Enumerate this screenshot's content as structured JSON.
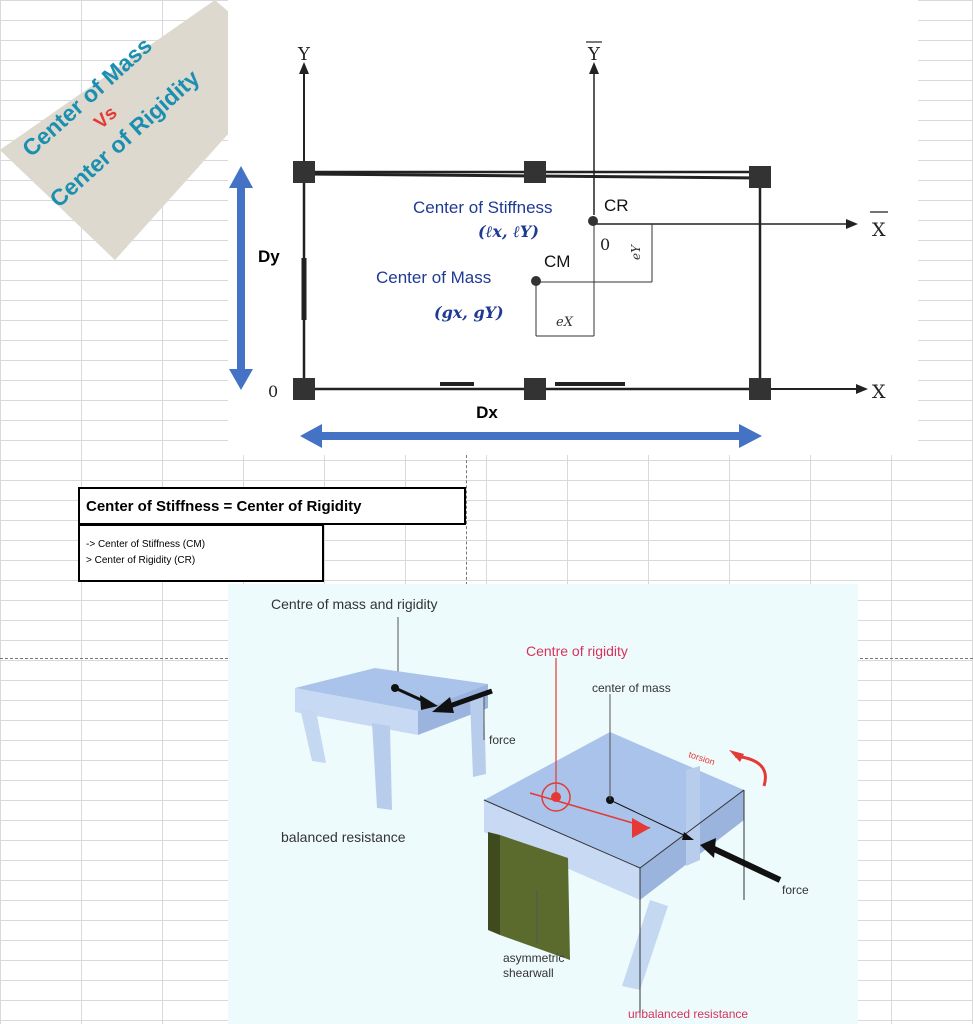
{
  "banner": {
    "line1": "Center of Mass",
    "line2": "Vs",
    "line3": "Center of Rigidity"
  },
  "plan": {
    "axis_y": "Y",
    "axis_ybar": "Y",
    "axis_x": "X",
    "axis_xbar": "X",
    "origin": "0",
    "origin_bar": "0",
    "dy": "Dy",
    "dx": "Dx",
    "stiffness_label": "Center of Stiffness",
    "stiffness_coords": "(ℓx, ℓY)",
    "cr": "CR",
    "mass_label": "Center of Mass",
    "mass_coords": "(gx, gY)",
    "cm": "CM",
    "ey": "eY",
    "ex": "eX"
  },
  "definition": {
    "title": "Center of Stiffness = Center of Rigidity",
    "line1": "-> Center of Stiffness (CM)",
    "line2": "> Center of Rigidity (CR)"
  },
  "illustration": {
    "top_label": "Centre of mass and  rigidity",
    "force_left": "force",
    "balanced": "balanced resistance",
    "centre_rigidity": "Centre of rigidity",
    "center_mass": "center of mass",
    "torsion": "torsion",
    "force_right": "force",
    "shearwall": "asymmetric shearwall",
    "unbalanced": "unbalanced resistance"
  },
  "colors": {
    "blue_arrow": "#4472c4",
    "teal_text": "#1a8fb0",
    "red_text": "#e53935",
    "navy_text": "#1f3a93",
    "pink_label": "#d6335a"
  }
}
